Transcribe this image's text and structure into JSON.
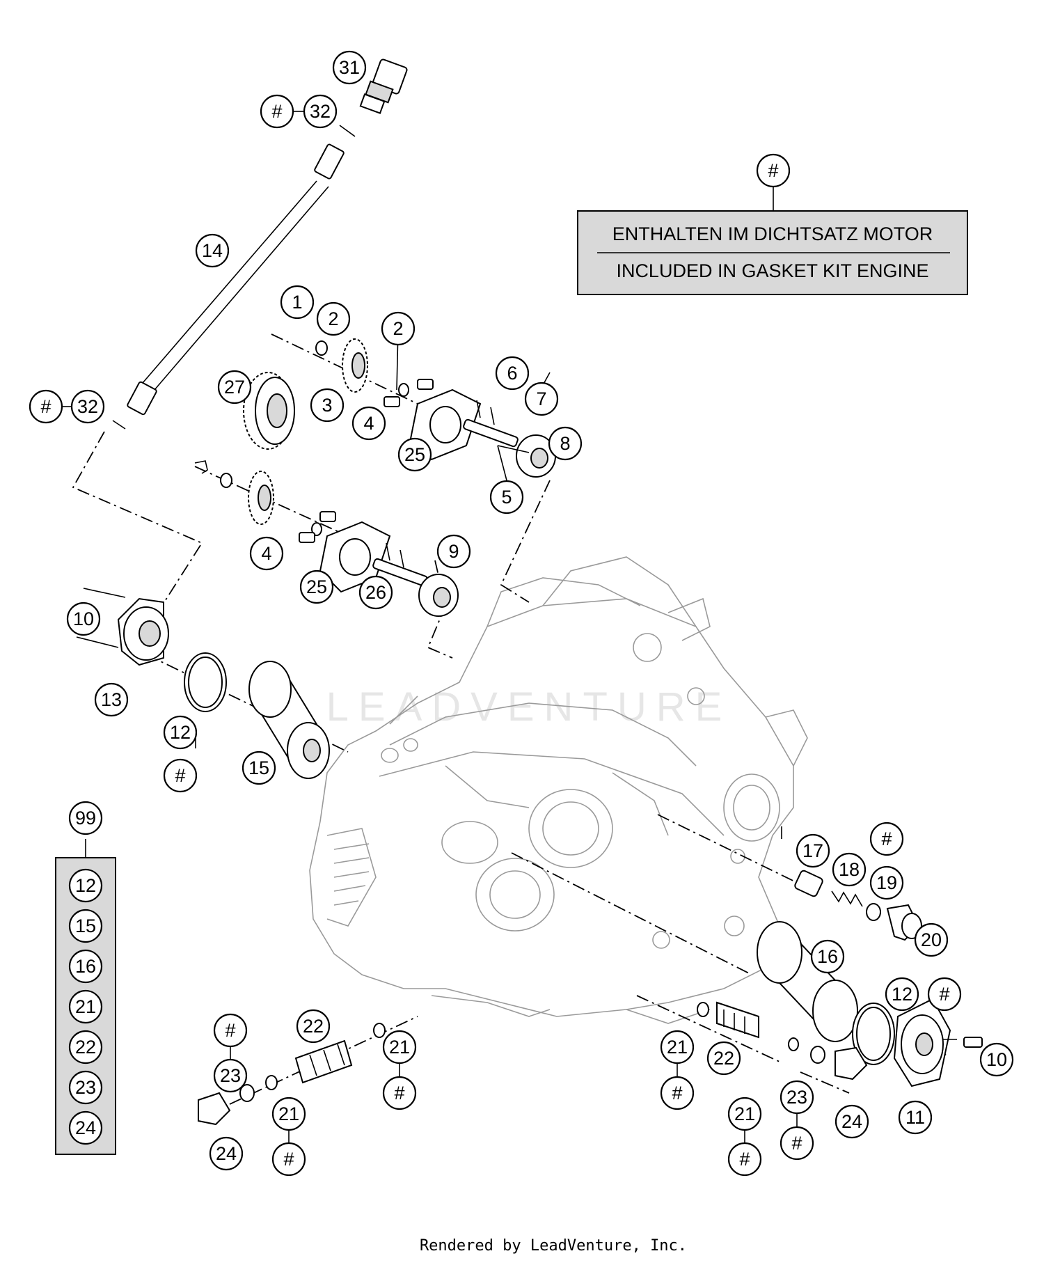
{
  "note": {
    "marker": "#",
    "line_de": "ENTHALTEN IM DICHTSATZ MOTOR",
    "line_en": "INCLUDED IN GASKET KIT ENGINE"
  },
  "kit": {
    "label": "99",
    "items": [
      "12",
      "15",
      "16",
      "21",
      "22",
      "23",
      "24"
    ]
  },
  "callouts": [
    {
      "id": "c31",
      "label": "31"
    },
    {
      "id": "c32a-hash",
      "label": "#"
    },
    {
      "id": "c32a",
      "label": "32"
    },
    {
      "id": "c14",
      "label": "14"
    },
    {
      "id": "c32b-hash",
      "label": "#"
    },
    {
      "id": "c32b",
      "label": "32"
    },
    {
      "id": "c1",
      "label": "1"
    },
    {
      "id": "c2a",
      "label": "2"
    },
    {
      "id": "c2b",
      "label": "2"
    },
    {
      "id": "c27",
      "label": "27"
    },
    {
      "id": "c3",
      "label": "3"
    },
    {
      "id": "c4a",
      "label": "4"
    },
    {
      "id": "c6",
      "label": "6"
    },
    {
      "id": "c7",
      "label": "7"
    },
    {
      "id": "c8",
      "label": "8"
    },
    {
      "id": "c25a",
      "label": "25"
    },
    {
      "id": "c5",
      "label": "5"
    },
    {
      "id": "c9",
      "label": "9"
    },
    {
      "id": "c4b",
      "label": "4"
    },
    {
      "id": "c25b",
      "label": "25"
    },
    {
      "id": "c26",
      "label": "26"
    },
    {
      "id": "c10a",
      "label": "10"
    },
    {
      "id": "c13",
      "label": "13"
    },
    {
      "id": "c12a",
      "label": "12"
    },
    {
      "id": "c12a-hash",
      "label": "#"
    },
    {
      "id": "c15",
      "label": "15"
    },
    {
      "id": "c17",
      "label": "17"
    },
    {
      "id": "c18",
      "label": "18"
    },
    {
      "id": "c19-hash",
      "label": "#"
    },
    {
      "id": "c19",
      "label": "19"
    },
    {
      "id": "c20",
      "label": "20"
    },
    {
      "id": "c16",
      "label": "16"
    },
    {
      "id": "c12b",
      "label": "12"
    },
    {
      "id": "c12b-hash",
      "label": "#"
    },
    {
      "id": "c10b",
      "label": "10"
    },
    {
      "id": "c22a",
      "label": "22"
    },
    {
      "id": "c23a-hash",
      "label": "#"
    },
    {
      "id": "c23a",
      "label": "23"
    },
    {
      "id": "c21a",
      "label": "21"
    },
    {
      "id": "c21a-hash",
      "label": "#"
    },
    {
      "id": "c21b",
      "label": "21"
    },
    {
      "id": "c21b-hash",
      "label": "#"
    },
    {
      "id": "c24a",
      "label": "24"
    },
    {
      "id": "c21c",
      "label": "21"
    },
    {
      "id": "c21c-hash",
      "label": "#"
    },
    {
      "id": "c22b",
      "label": "22"
    },
    {
      "id": "c23b",
      "label": "23"
    },
    {
      "id": "c23b-hash",
      "label": "#"
    },
    {
      "id": "c21d",
      "label": "21"
    },
    {
      "id": "c21d-hash",
      "label": "#"
    },
    {
      "id": "c24b",
      "label": "24"
    },
    {
      "id": "c11",
      "label": "11"
    }
  ],
  "watermark": "LEADVENTURE",
  "footer": "Rendered by LeadVenture, Inc."
}
